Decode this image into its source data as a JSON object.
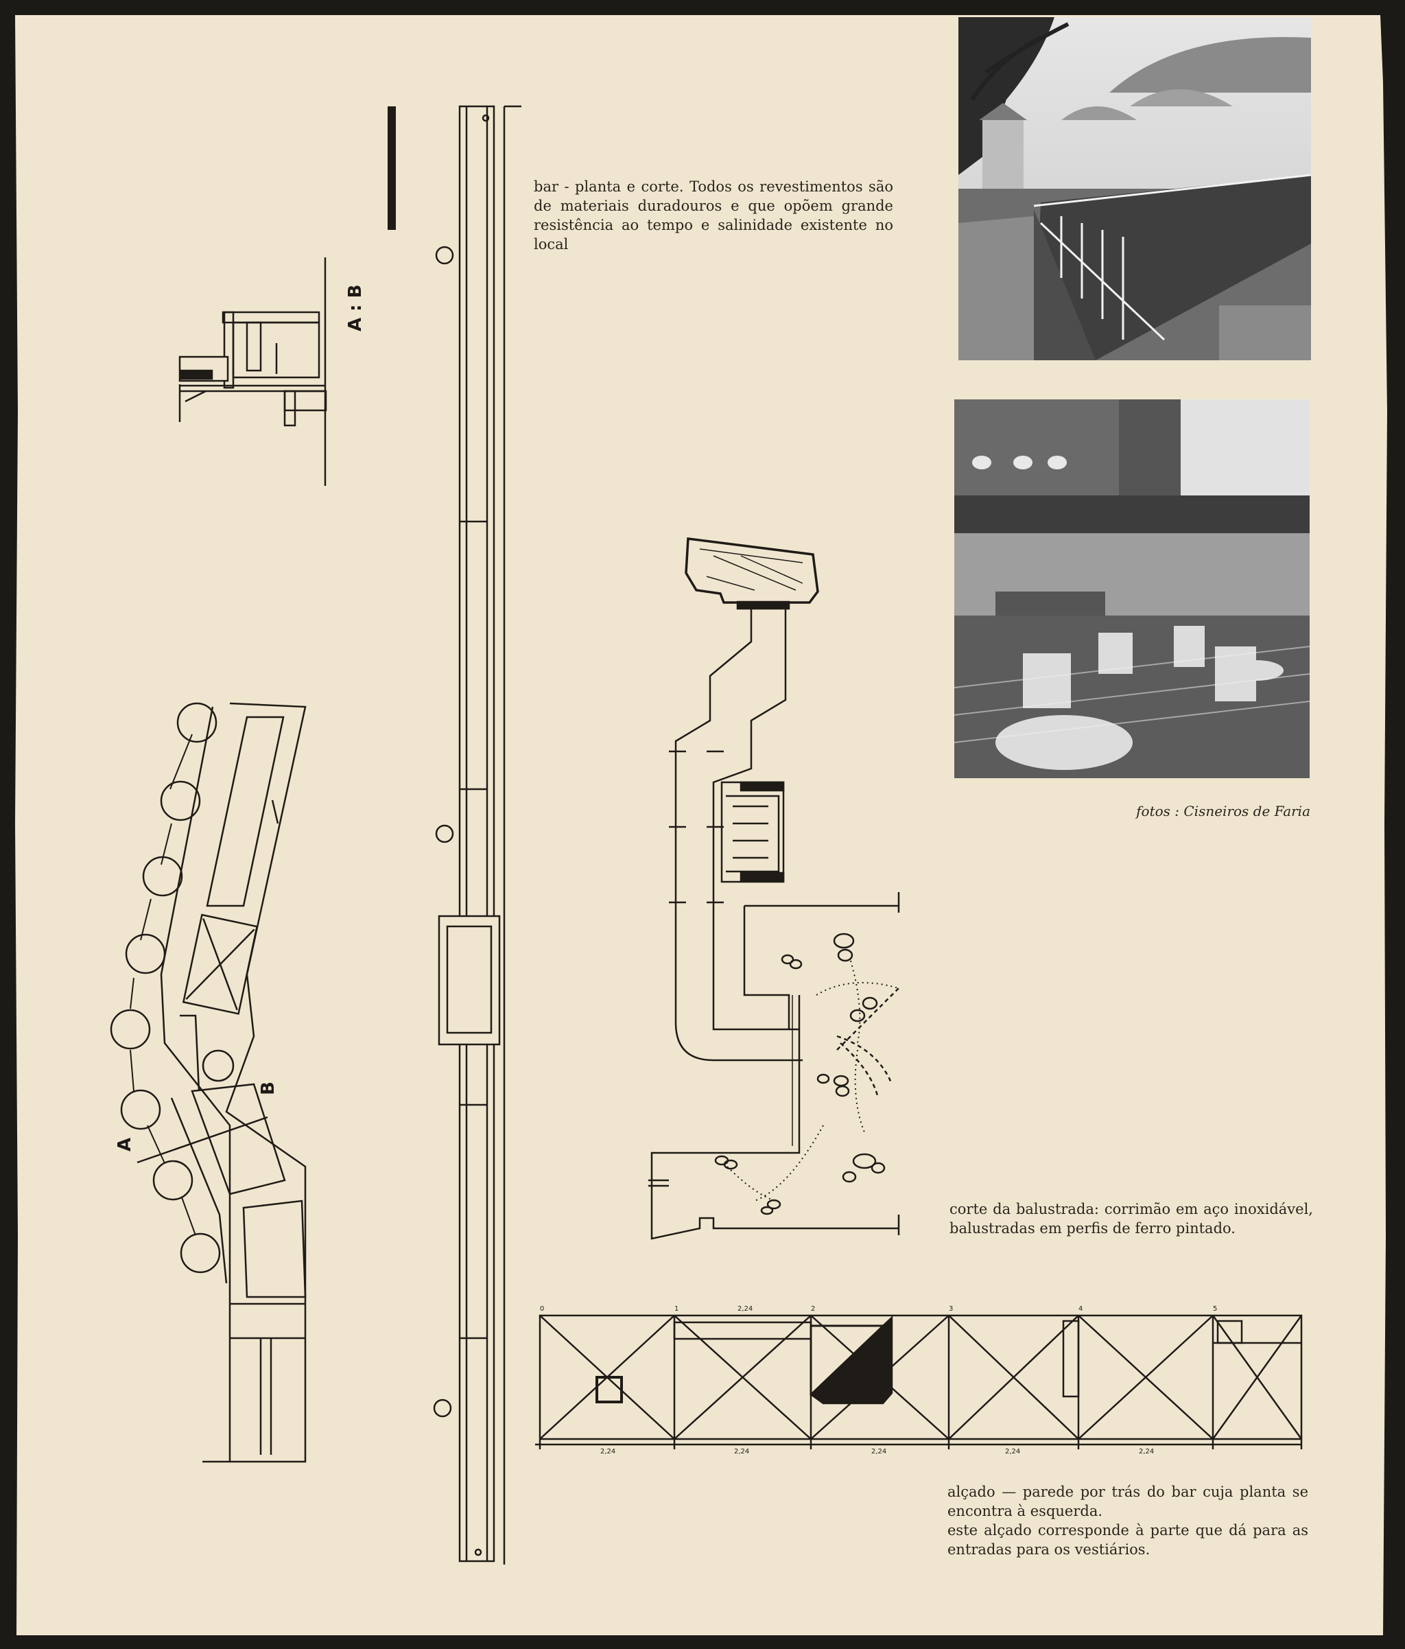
{
  "captions": {
    "bar": "bar - planta e corte. Todos os revestimentos são de materiais duradouros e que opõem grande resistência ao tempo e salinidade existente no local",
    "balustrade": "corte da balustrada: corrimão em aço inoxidável, balustradas em perfis de ferro pintado.",
    "alcado_1": "alçado — parede por trás do bar cuja planta se encontra à esquerda.",
    "alcado_2": "este alçado corresponde à parte que dá para as entradas para os vestiários.",
    "photo_credit": "fotos : Cisneiros de Faria"
  },
  "labels": {
    "section_ab": "A : B",
    "mark_a": "A",
    "mark_b": "B"
  },
  "elevation": {
    "axis_numbers": [
      "0",
      "1",
      "2",
      "3",
      "4",
      "5"
    ],
    "dimension": "2,24"
  },
  "photos": [
    {
      "name": "terrace-umbrellas-photo"
    },
    {
      "name": "bar-terrace-photo"
    }
  ],
  "colors": {
    "paper": "#f0e6d0",
    "ink": "#1f1b16",
    "frame": "#1c1a17"
  }
}
